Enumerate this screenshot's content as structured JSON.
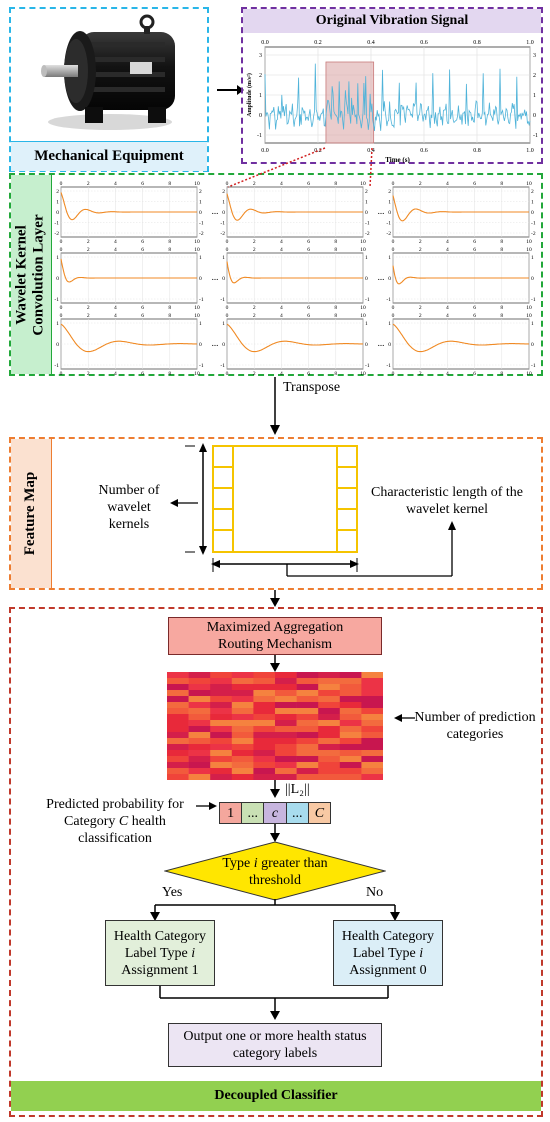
{
  "mech_panel": {
    "label": "Mechanical Equipment"
  },
  "signal_panel": {
    "title": "Original Vibration Signal",
    "xlabel": "Time (s)",
    "ylabel": "Amplitude (m/s²)",
    "x_ticks": [
      "0.0",
      "0.2",
      "0.4",
      "0.6",
      "0.8",
      "1.0"
    ],
    "y_ticks": [
      "3",
      "2",
      "1",
      "0",
      "-1"
    ]
  },
  "wavelet_panel": {
    "title_line1": "Wavelet Kernel",
    "title_line2": "Convolution Layer",
    "x_ticks": [
      "0",
      "2",
      "4",
      "6",
      "8",
      "10"
    ],
    "row1_y_ticks": [
      "2",
      "1",
      "0",
      "-1",
      "-2"
    ],
    "row2_y_ticks": [
      "1",
      "0",
      "-1"
    ],
    "row3_y_ticks": [
      "1",
      "0",
      "-1"
    ],
    "ellipsis": "..."
  },
  "transpose_label": "Transpose",
  "feature_panel": {
    "title": "Feature Map",
    "left_label": "Number of wavelet kernels",
    "right_label": "Characteristic length of the wavelet kernel"
  },
  "classifier_panel": {
    "routing_label": "Maximized Aggregation Routing Mechanism",
    "categories_label": "Number of prediction categories",
    "norm_label": "||L₂||",
    "prob_label_line1": "Predicted probability for",
    "prob_label_line2_pre": "Category ",
    "prob_label_line2_var": "C",
    "prob_label_line2_post": " health classification",
    "prob_cells": [
      "1",
      "...",
      "c",
      "...",
      "C"
    ],
    "decision_line1_pre": "Type ",
    "decision_line1_var": "i",
    "decision_line1_post": " greater than",
    "decision_line2": "threshold",
    "yes_label": "Yes",
    "no_label": "No",
    "left_box": {
      "line1": "Health Category",
      "line2_pre": "Label Type ",
      "line2_var": "i",
      "line3": "Assignment 1"
    },
    "right_box": {
      "line1": "Health Category",
      "line2_pre": "Label Type ",
      "line2_var": "i",
      "line3": "Assignment 0"
    },
    "output_line1": "Output one or more health status",
    "output_line2": "category labels",
    "footer": "Decoupled Classifier"
  },
  "colors": {
    "cyan_border": "#29b6e8",
    "purple_border": "#7030a0",
    "green_border": "#22a83a",
    "orange_border": "#ed7d31",
    "red_border": "#c0392b",
    "wave_orange": "#f08a24",
    "signal_blue": "#4fb3d9",
    "feature_yellow": "#f5c400",
    "decision_yellow": "#ffe600",
    "footer_green": "#92d050"
  }
}
